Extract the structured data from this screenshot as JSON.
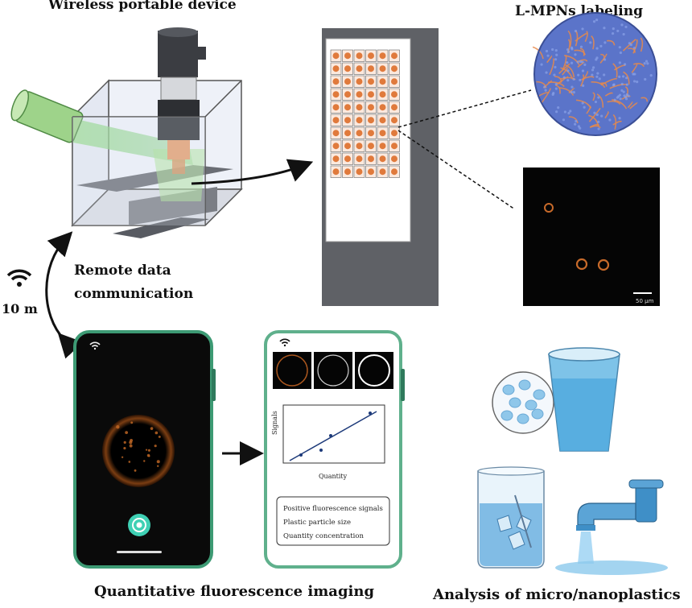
{
  "titles": {
    "device": "Wireless portable device",
    "labeling": "L-MPNs labeling",
    "remote_line1": "Remote data",
    "remote_line2": "communication",
    "distance": "10 m",
    "imaging": "Quantitative fluorescence imaging",
    "analysis": "Analysis of micro/nanoplastics"
  },
  "phone2": {
    "axis_y": "Signals",
    "axis_x": "Quantity",
    "results": [
      "Positive fluorescence signals",
      "Plastic particle size",
      "Quantity concentration"
    ]
  },
  "scale_bar": "50 μm",
  "icons": [
    "wifi-icon",
    "camera-shutter-icon",
    "cup-icon",
    "beaker-icon",
    "faucet-icon"
  ],
  "colors": {
    "accent_green": "#3d9a74",
    "phone_border": "#5fb08c",
    "particle_orange": "#e07a3c",
    "water_blue": "#7ec3e8"
  }
}
